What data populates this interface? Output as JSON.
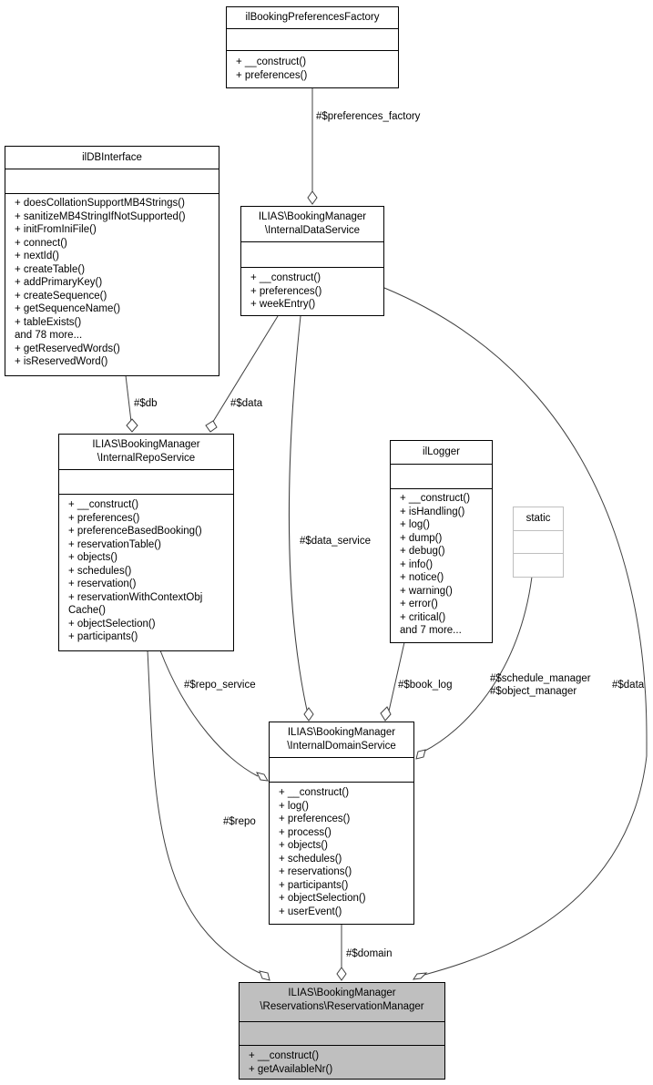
{
  "classes": {
    "prefs_factory": {
      "title": "ilBookingPreferencesFactory",
      "attributes": [],
      "methods": [
        "+ __construct()",
        "+ preferences()"
      ]
    },
    "db_interface": {
      "title": "ilDBInterface",
      "attributes": [],
      "methods": [
        "+ doesCollationSupportMB4Strings()",
        "+ sanitizeMB4StringIfNotSupported()",
        "+ initFromIniFile()",
        "+ connect()",
        "+ nextId()",
        "+ createTable()",
        "+ addPrimaryKey()",
        "+ createSequence()",
        "+ getSequenceName()",
        "+ tableExists()",
        "and 78 more...",
        "+ getReservedWords()",
        "+ isReservedWord()"
      ]
    },
    "data_service": {
      "title": "ILIAS\\BookingManager\n\\InternalDataService",
      "attributes": [],
      "methods": [
        "+ __construct()",
        "+ preferences()",
        "+ weekEntry()"
      ]
    },
    "repo_service": {
      "title": "ILIAS\\BookingManager\n\\InternalRepoService",
      "attributes": [],
      "methods": [
        "+ __construct()",
        "+ preferences()",
        "+ preferenceBasedBooking()",
        "+ reservationTable()",
        "+ objects()",
        "+ schedules()",
        "+ reservation()",
        "+ reservationWithContextObj\nCache()",
        "+ objectSelection()",
        "+ participants()"
      ]
    },
    "logger": {
      "title": "ilLogger",
      "attributes": [],
      "methods": [
        "+ __construct()",
        "+ isHandling()",
        "+ log()",
        "+ dump()",
        "+ debug()",
        "+ info()",
        "+ notice()",
        "+ warning()",
        "+ error()",
        "+ critical()",
        "and 7 more..."
      ]
    },
    "static": {
      "title": "static",
      "attributes": [],
      "methods": []
    },
    "domain_service": {
      "title": "ILIAS\\BookingManager\n\\InternalDomainService",
      "attributes": [],
      "methods": [
        "+ __construct()",
        "+ log()",
        "+ preferences()",
        "+ process()",
        "+ objects()",
        "+ schedules()",
        "+ reservations()",
        "+ participants()",
        "+ objectSelection()",
        "+ userEvent()"
      ]
    },
    "reservation_manager": {
      "title": "ILIAS\\BookingManager\n\\Reservations\\ReservationManager",
      "attributes": [],
      "methods": [
        "+ __construct()",
        "+ getAvailableNr()"
      ]
    }
  },
  "edge_labels": {
    "preferences_factory": "#$preferences_factory",
    "db": "#$db",
    "data_repo": "#$data",
    "data_service": "#$data_service",
    "repo_service": "#$repo_service",
    "book_log": "#$book_log",
    "schedule_object_manager": "#$schedule_manager\n#$object_manager",
    "data_manager": "#$data",
    "repo": "#$repo",
    "domain": "#$domain"
  }
}
